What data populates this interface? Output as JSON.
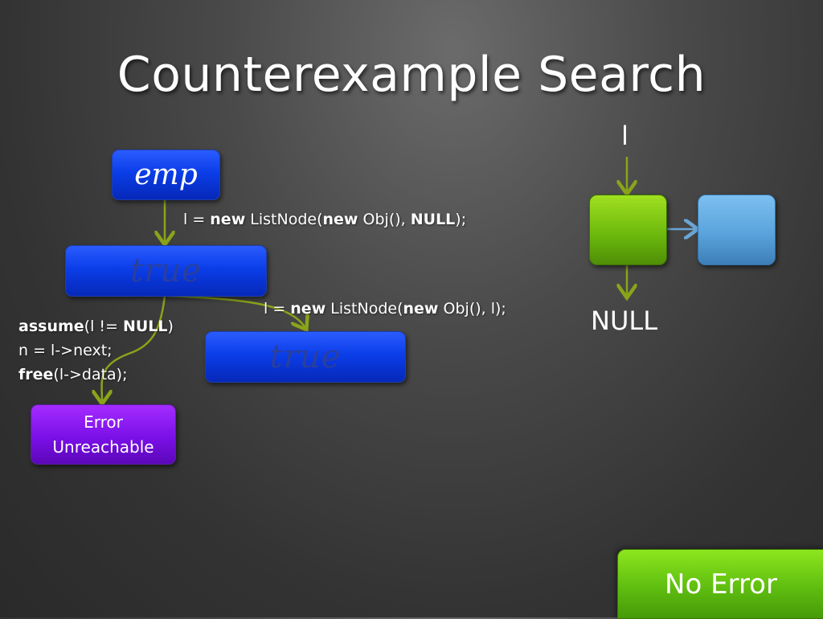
{
  "slide": {
    "title": "Counterexample Search"
  },
  "nodes": {
    "emp": "emp",
    "true_top": "true",
    "true_right": "true",
    "error_line1": "Error",
    "error_line2": "Unreachable"
  },
  "edges": {
    "alloc_first": {
      "lhs": "l = ",
      "kw_new1": "new",
      "mid1": " ListNode(",
      "kw_new2": "new",
      "mid2": " Obj(), ",
      "kw_null": "NULL",
      "end": ");"
    },
    "alloc_second": {
      "lhs": "l = ",
      "kw_new1": "new",
      "mid1": " ListNode(",
      "kw_new2": "new",
      "mid2": " Obj(), l);"
    },
    "error_path": {
      "line1_kw": "assume",
      "line1_a": "(l != ",
      "line1_null": "NULL",
      "line1_b": ")",
      "line2": "n = l->next;",
      "line3_kw": "free",
      "line3_rest": "(l->data);"
    }
  },
  "heap": {
    "var_label": "l",
    "null_label": "NULL"
  },
  "result": {
    "label": "No Error"
  },
  "colors": {
    "node_blue": "#0b3ee8",
    "node_purple": "#7a10e8",
    "heap_green": "#6ab60c",
    "heap_blue": "#5aa3dc",
    "edge_green": "#8aa41a",
    "result_green": "#5fbe10"
  }
}
